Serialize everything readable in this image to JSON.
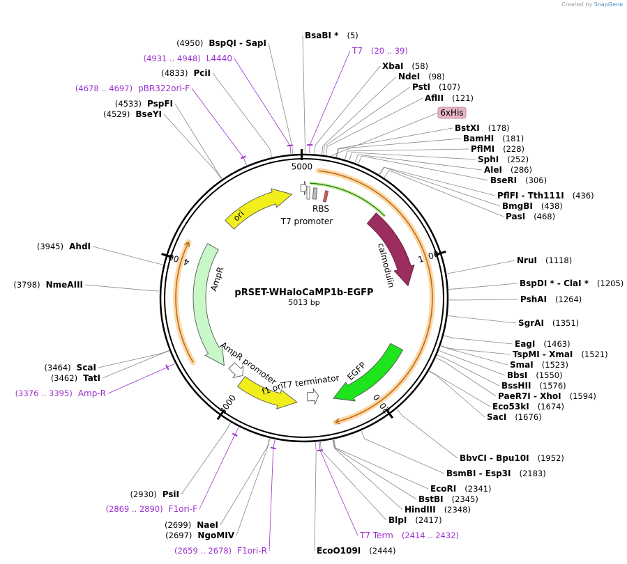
{
  "watermark": {
    "prefix": "Created by",
    "brand": "SnapGene"
  },
  "plasmid": {
    "name": "pRSET-WHaloCaMP1b-EGFP",
    "size": "5013 bp"
  },
  "ticks": [
    "1000",
    "2000",
    "3000",
    "4000",
    "5000"
  ],
  "features": [
    {
      "id": "T7 promoter",
      "label": "T7 promoter",
      "color": "#ffffff"
    },
    {
      "id": "RBS",
      "label": "RBS",
      "color": "#c0c0c0"
    },
    {
      "id": "calmodulin",
      "label": "calmodulin",
      "color": "#9b2d5f"
    },
    {
      "id": "EGFP",
      "label": "EGFP",
      "color": "#1de41d"
    },
    {
      "id": "T7 terminator",
      "label": "T7 terminator",
      "color": "#ffffff"
    },
    {
      "id": "f1 ori",
      "label": "f1 ori",
      "color": "#f2ee1c"
    },
    {
      "id": "AmpR promoter",
      "label": "AmpR promoter",
      "color": "#ffffff"
    },
    {
      "id": "AmpR",
      "label": "AmpR",
      "color": "#c8f8c8"
    },
    {
      "id": "ori",
      "label": "ori",
      "color": "#f2ee1c"
    }
  ],
  "site_labels": [
    {
      "name": "BsaBI *",
      "pos": "(5)",
      "kind": "site"
    },
    {
      "name": "T7",
      "pos": "(20 .. 39)",
      "kind": "primer"
    },
    {
      "name": "XbaI",
      "pos": "(58)",
      "kind": "site"
    },
    {
      "name": "NdeI",
      "pos": "(98)",
      "kind": "site"
    },
    {
      "name": "PstI",
      "pos": "(107)",
      "kind": "site"
    },
    {
      "name": "AflII",
      "pos": "(121)",
      "kind": "site"
    },
    {
      "name": "6xHis",
      "pos": "",
      "kind": "tag"
    },
    {
      "name": "BstXI",
      "pos": "(178)",
      "kind": "site"
    },
    {
      "name": "BamHI",
      "pos": "(181)",
      "kind": "site"
    },
    {
      "name": "PflMI",
      "pos": "(228)",
      "kind": "site"
    },
    {
      "name": "SphI",
      "pos": "(252)",
      "kind": "site"
    },
    {
      "name": "AleI",
      "pos": "(286)",
      "kind": "site"
    },
    {
      "name": "BseRI",
      "pos": "(306)",
      "kind": "site"
    },
    {
      "name": "PflFI  -  Tth111I",
      "pos": "(436)",
      "kind": "site"
    },
    {
      "name": "BmgBI",
      "pos": "(438)",
      "kind": "site"
    },
    {
      "name": "PasI",
      "pos": "(468)",
      "kind": "site"
    },
    {
      "name": "NruI",
      "pos": "(1118)",
      "kind": "site"
    },
    {
      "name": "BspDI *  -  ClaI *",
      "pos": "(1205)",
      "kind": "site"
    },
    {
      "name": "PshAI",
      "pos": "(1264)",
      "kind": "site"
    },
    {
      "name": "SgrAI",
      "pos": "(1351)",
      "kind": "site"
    },
    {
      "name": "EagI",
      "pos": "(1463)",
      "kind": "site"
    },
    {
      "name": "TspMI  -  XmaI",
      "pos": "(1521)",
      "kind": "site"
    },
    {
      "name": "SmaI",
      "pos": "(1523)",
      "kind": "site"
    },
    {
      "name": "BbsI",
      "pos": "(1550)",
      "kind": "site"
    },
    {
      "name": "BssHII",
      "pos": "(1576)",
      "kind": "site"
    },
    {
      "name": "PaeR7I  -  XhoI",
      "pos": "(1594)",
      "kind": "site"
    },
    {
      "name": "Eco53kI",
      "pos": "(1674)",
      "kind": "site"
    },
    {
      "name": "SacI",
      "pos": "(1676)",
      "kind": "site"
    },
    {
      "name": "BbvCI  -  Bpu10I",
      "pos": "(1952)",
      "kind": "site"
    },
    {
      "name": "BsmBI  -  Esp3I",
      "pos": "(2183)",
      "kind": "site"
    },
    {
      "name": "EcoRI",
      "pos": "(2341)",
      "kind": "site"
    },
    {
      "name": "BstBI",
      "pos": "(2345)",
      "kind": "site"
    },
    {
      "name": "HindIII",
      "pos": "(2348)",
      "kind": "site"
    },
    {
      "name": "BlpI",
      "pos": "(2417)",
      "kind": "site"
    },
    {
      "name": "T7 Term",
      "pos": "(2414 .. 2432)",
      "kind": "primer"
    },
    {
      "name": "EcoO109I",
      "pos": "(2444)",
      "kind": "site"
    },
    {
      "name": "F1ori-R",
      "pos": "(2659 .. 2678)",
      "kind": "primer"
    },
    {
      "name": "NgoMIV",
      "pos": "(2697)",
      "kind": "site"
    },
    {
      "name": "NaeI",
      "pos": "(2699)",
      "kind": "site"
    },
    {
      "name": "F1ori-F",
      "pos": "(2869 .. 2890)",
      "kind": "primer"
    },
    {
      "name": "PsiI",
      "pos": "(2930)",
      "kind": "site"
    },
    {
      "name": "Amp-R",
      "pos": "(3376 .. 3395)",
      "kind": "primer"
    },
    {
      "name": "TatI",
      "pos": "(3462)",
      "kind": "site"
    },
    {
      "name": "ScaI",
      "pos": "(3464)",
      "kind": "site"
    },
    {
      "name": "NmeAIII",
      "pos": "(3798)",
      "kind": "site"
    },
    {
      "name": "AhdI",
      "pos": "(3945)",
      "kind": "site"
    },
    {
      "name": "BseYI",
      "pos": "(4529)",
      "kind": "site"
    },
    {
      "name": "PspFI",
      "pos": "(4533)",
      "kind": "site"
    },
    {
      "name": "pBR322ori-F",
      "pos": "(4678 .. 4697)",
      "kind": "primer"
    },
    {
      "name": "PciI",
      "pos": "(4833)",
      "kind": "site"
    },
    {
      "name": "L4440",
      "pos": "(4931 .. 4948)",
      "kind": "primer"
    },
    {
      "name": "BspQI  -  SapI",
      "pos": "(4950)",
      "kind": "site"
    }
  ],
  "colors": {
    "site_text": "#000000",
    "primer_text": "#9b30d0",
    "connector": "#808080",
    "backbone": "#000000",
    "orf_highlight": "#f7c98a",
    "orf_line": "#b5651d",
    "tag_fill": "#e8b5c6"
  }
}
